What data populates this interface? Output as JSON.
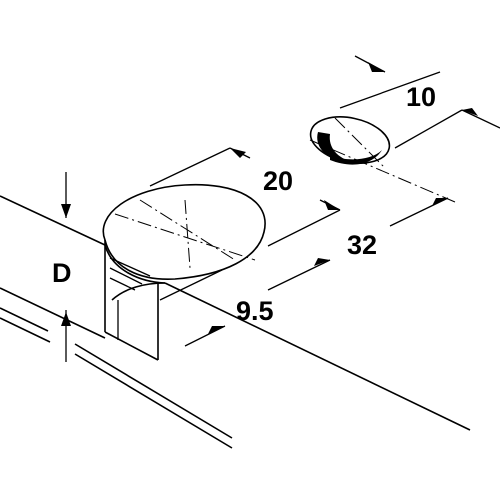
{
  "diagram": {
    "dimensions": {
      "hole_diameter": "10",
      "cam_diameter": "20",
      "centre_distance": "32",
      "offset": "9.5",
      "depth": "D"
    }
  }
}
